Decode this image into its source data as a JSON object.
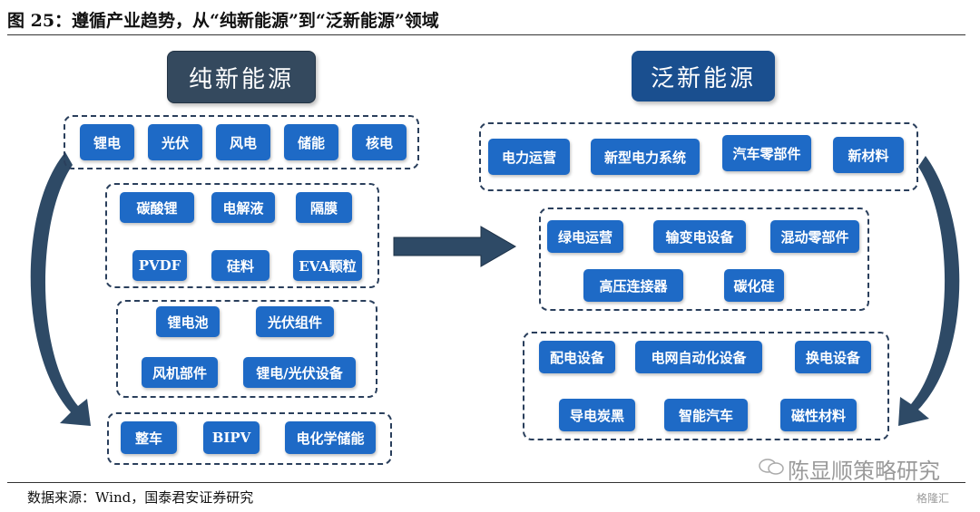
{
  "title": "图 25：遵循产业趋势，从“纯新能源”到“泛新能源”领域",
  "left_header": "纯新能源",
  "right_header": "泛新能源",
  "left_groups": [
    [
      "锂电",
      "光伏",
      "风电",
      "储能",
      "核电"
    ],
    [
      "碳酸锂",
      "电解液",
      "隔膜",
      "PVDF",
      "硅料",
      "EVA颗粒"
    ],
    [
      "锂电池",
      "光伏组件",
      "风机部件",
      "锂电/光伏设备"
    ],
    [
      "整车",
      "BIPV",
      "电化学储能"
    ]
  ],
  "right_groups": [
    [
      "电力运营",
      "新型电力系统",
      "汽车零部件",
      "新材料"
    ],
    [
      "绿电运营",
      "输变电设备",
      "混动零部件",
      "高压连接器",
      "碳化硅"
    ],
    [
      "配电设备",
      "电网自动化设备",
      "换电设备",
      "导电炭黑",
      "智能汽车",
      "磁性材料"
    ]
  ],
  "source": "数据来源：Wind，国泰君安证券研究",
  "watermark": "陈显顺策略研究",
  "watermark_small": "格隆汇",
  "colors": {
    "tag": "#1e6ac6",
    "left_header": "#34495e",
    "right_header": "#1a4f8f",
    "arrow": "#2e4a66",
    "dash": "#2a3f5c"
  }
}
